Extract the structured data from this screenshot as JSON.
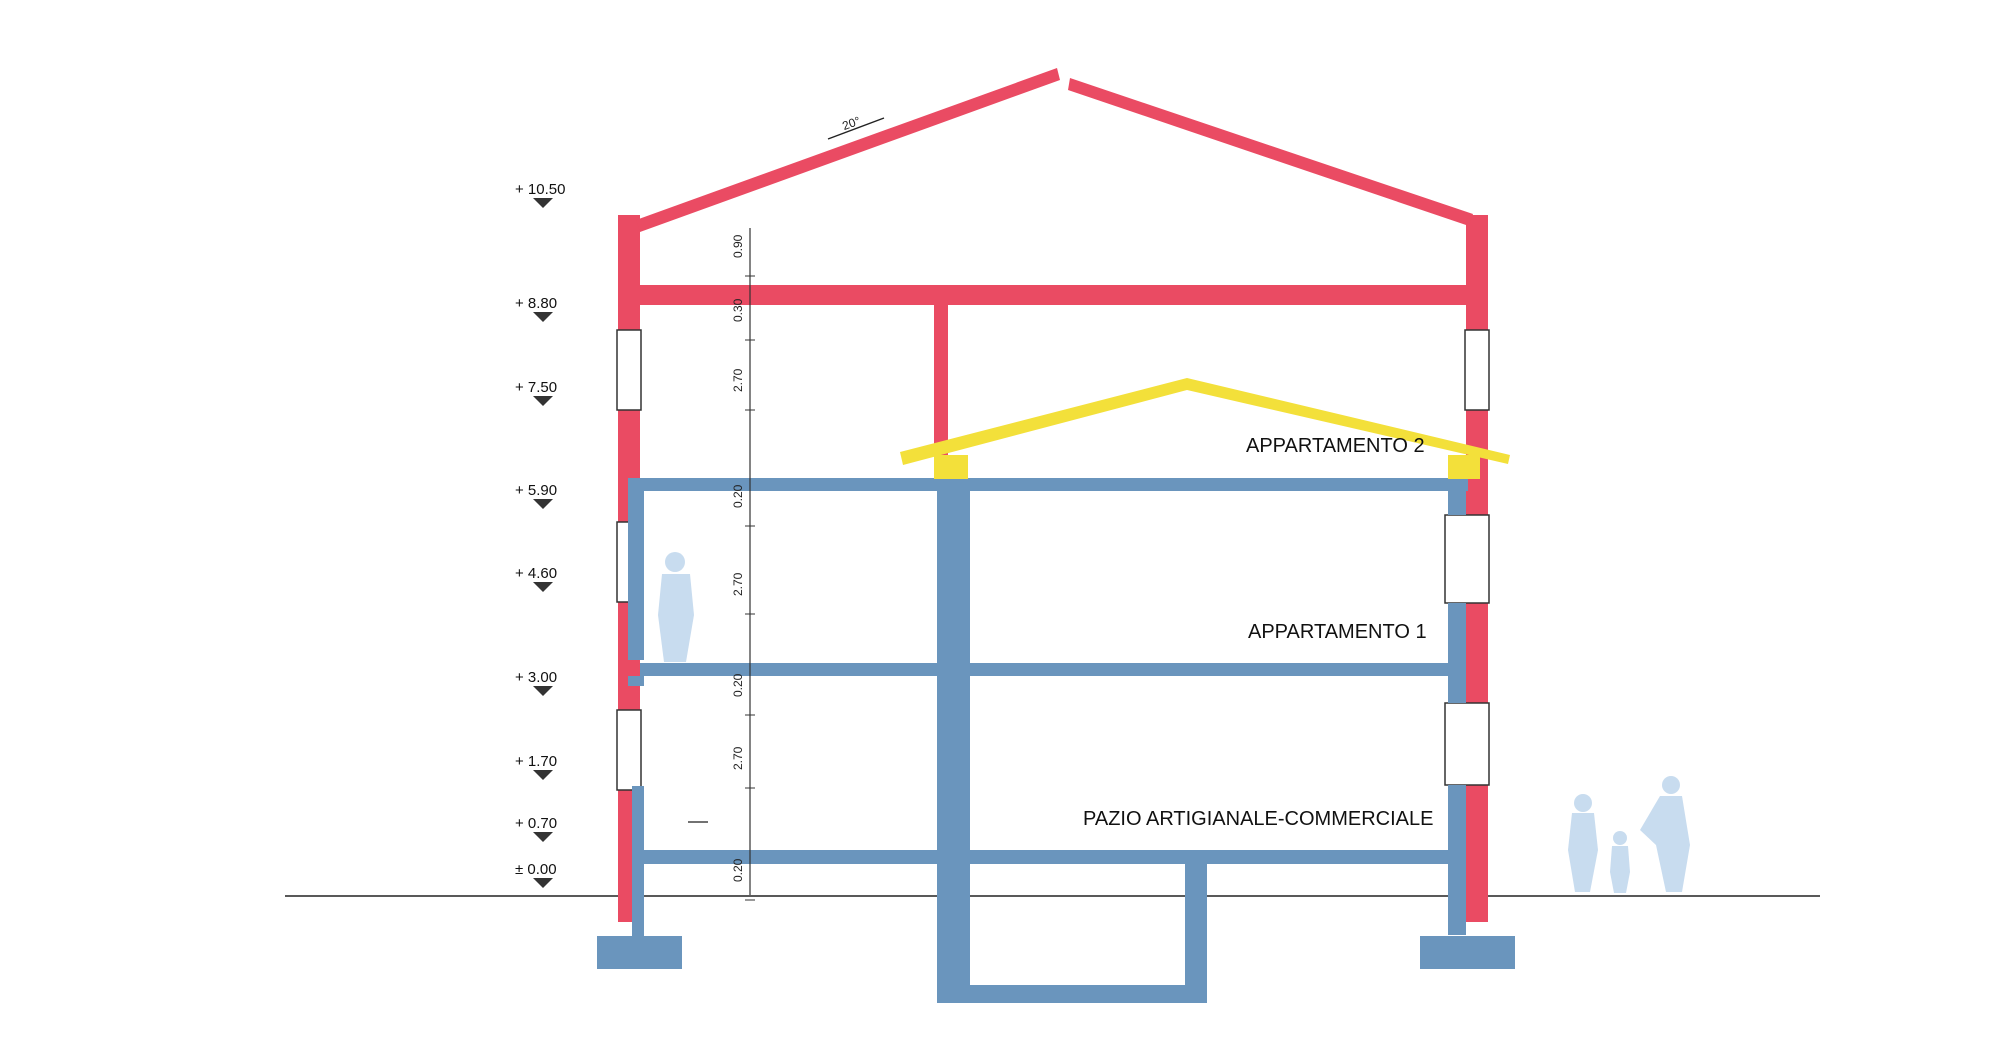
{
  "drawing": {
    "roof_angle": "20°",
    "levels": [
      {
        "label": "+ 10.50"
      },
      {
        "label": "+ 8.80"
      },
      {
        "label": "+ 7.50"
      },
      {
        "label": "+ 5.90"
      },
      {
        "label": "+ 4.60"
      },
      {
        "label": "+ 3.00"
      },
      {
        "label": "+ 1.70"
      },
      {
        "label": "+ 0.70"
      },
      {
        "label": "± 0.00"
      }
    ],
    "dimensions": [
      "0.90",
      "0.30",
      "2.70",
      "0.20",
      "2.70",
      "0.20",
      "2.70",
      "0.20"
    ],
    "rooms": [
      {
        "label": "APPARTAMENTO 2"
      },
      {
        "label": "APPARTAMENTO 1"
      },
      {
        "label": "PAZIO ARTIGIANALE-COMMERCIALE"
      }
    ],
    "colors": {
      "existing_structure": "#ea4b63",
      "new_structure": "#6a95bd",
      "new_roof": "#f3e03a",
      "figures": "#c8dcef"
    }
  }
}
